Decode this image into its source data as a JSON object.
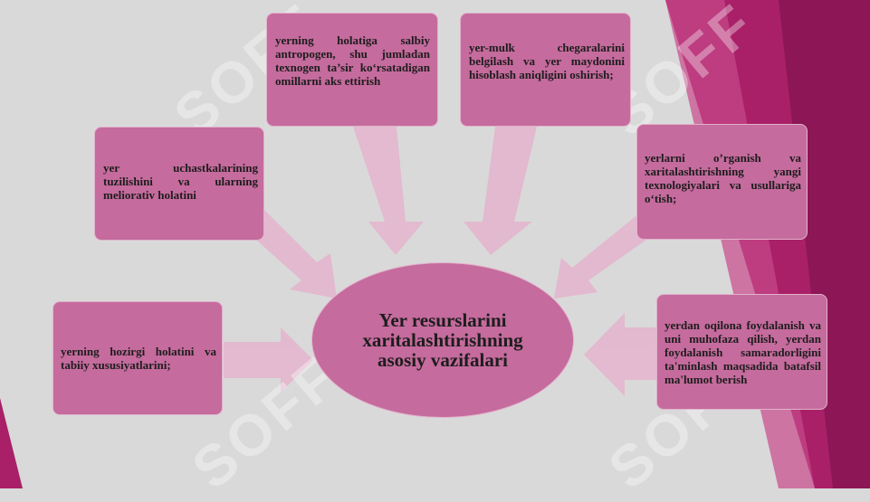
{
  "diagram": {
    "center_title": "Yer resurslarini xaritalashtirishning asosiy vazifalari",
    "items": [
      {
        "text": "yerning holatiga salbiy antropogen, shu jumladan texnogen ta’sir ko‘rsatadigan omillarni aks ettirish"
      },
      {
        "text": "yer-mulk chegaralarini belgilash va yer maydonini hisoblash aniqligini oshirish;"
      },
      {
        "text": "yer uchastkalarining tuzilishini va ularning meliorativ holatini"
      },
      {
        "text": "yerlarni o’rganish va xaritalashtirishning yangi texnologiyalari va usullariga o‘tish;"
      },
      {
        "text": "yerning hozirgi holatini va tabiiy xususiyatlarini;"
      },
      {
        "text": "yerdan oqilona foydalanish va uni muhofaza qilish, yerdan foydalanish samaradorligini ta'minlash maqsadida batafsil ma'lumot berish"
      }
    ]
  },
  "watermark": {
    "text": "SOFF"
  },
  "colors": {
    "box": "#c56b9d",
    "arrow": "#e3b6cd",
    "accent": "#8c1656",
    "background": "#d9d9d9"
  }
}
